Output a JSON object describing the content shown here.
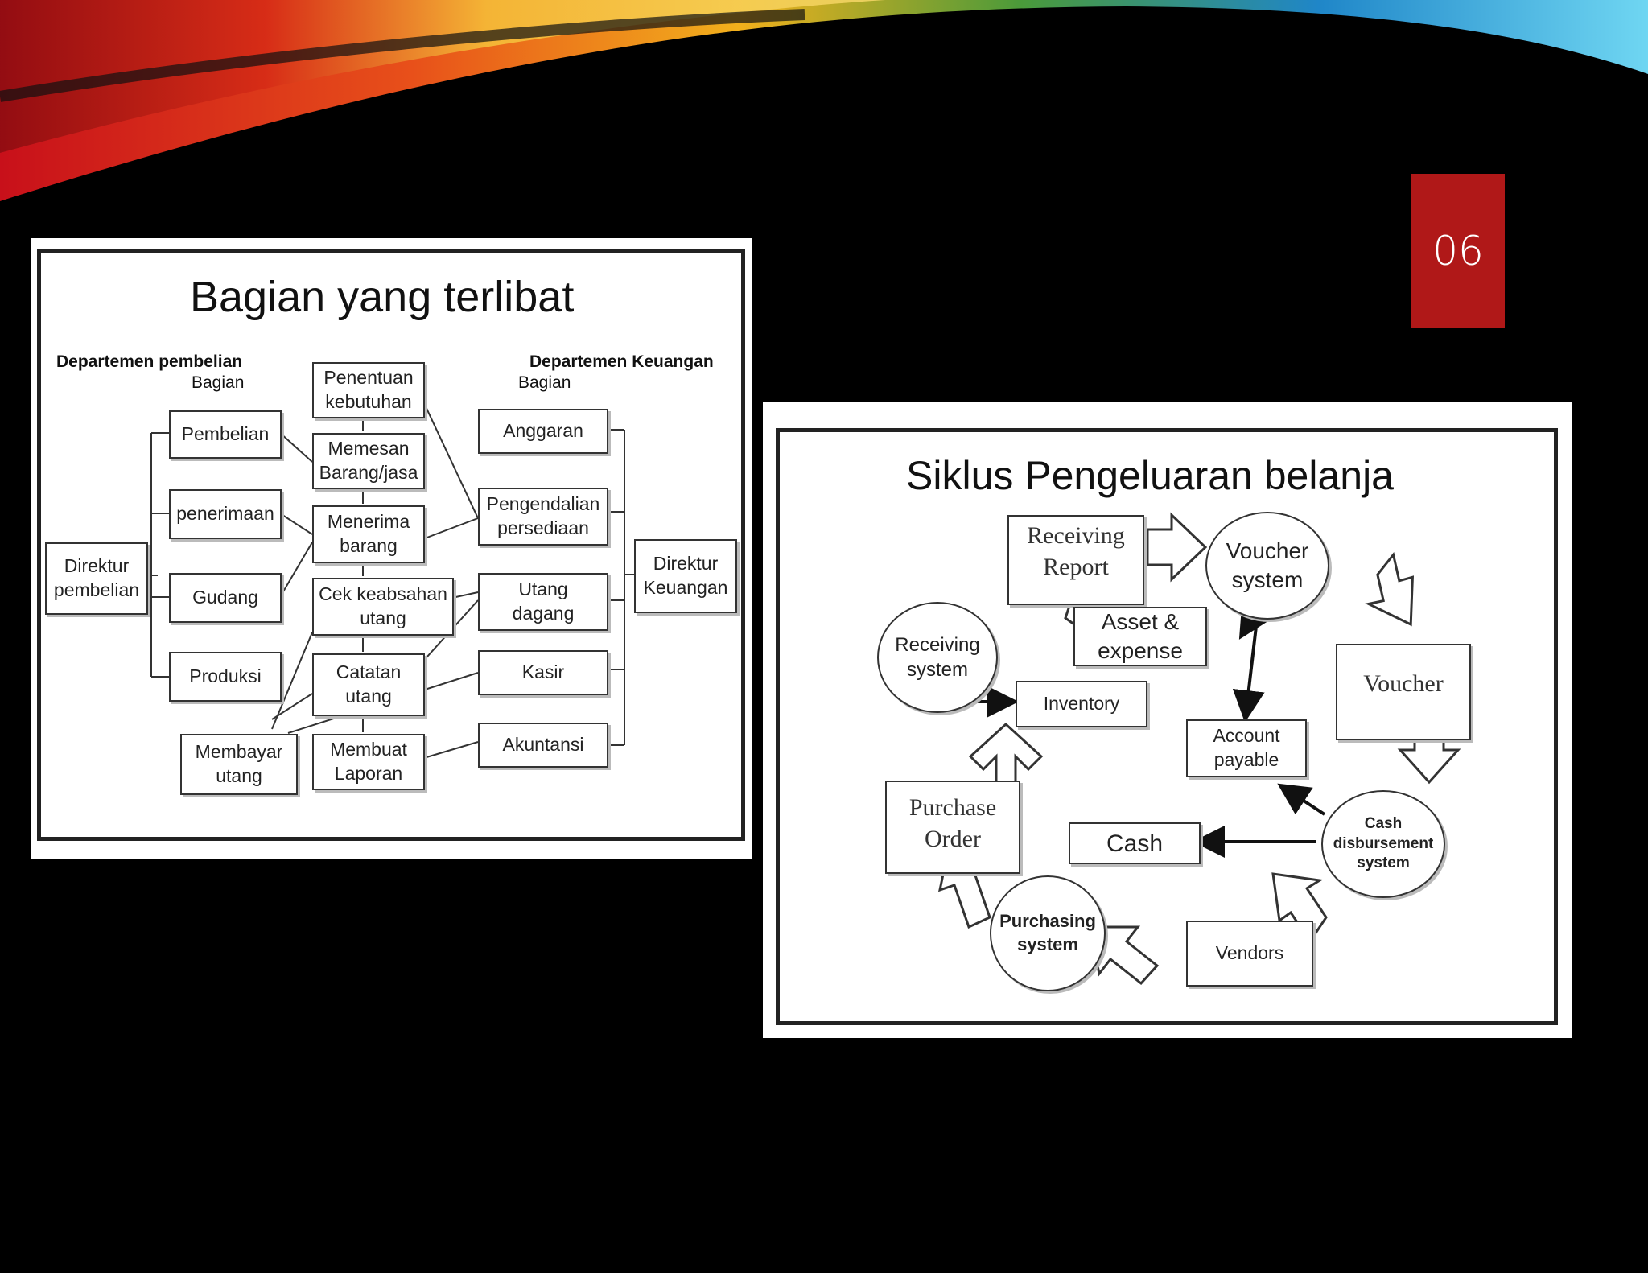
{
  "colors": {
    "badge": "#b01818",
    "background": "#000000"
  },
  "page_number": "06",
  "left_diagram": {
    "title": "Bagian yang terlibat",
    "dept_purchasing": "Departemen pembelian",
    "dept_purchasing_sub": "Bagian",
    "dept_finance": "Departemen Keuangan",
    "dept_finance_sub": "Bagian",
    "boxes": {
      "direktur_pembelian": "Direktur\npembelian",
      "pembelian": "Pembelian",
      "penerimaan": "penerimaan",
      "gudang": "Gudang",
      "produksi": "Produksi",
      "membayar_utang": "Membayar\nutang",
      "penentuan_kebutuhan": "Penentuan\nkebutuhan",
      "memesan": "Memesan\nBarang/jasa",
      "menerima_barang": "Menerima\nbarang",
      "cek_keabsahan": "Cek keabsahan\nutang",
      "catatan_utang": "Catatan\nutang",
      "membuat_laporan": "Membuat\nLaporan",
      "anggaran": "Anggaran",
      "pengendalian": "Pengendalian\npersediaan",
      "utang_dagang": "Utang\ndagang",
      "kasir": "Kasir",
      "akuntansi": "Akuntansi",
      "direktur_keuangan": "Direktur\nKeuangan"
    }
  },
  "right_diagram": {
    "title": "Siklus Pengeluaran belanja",
    "receiving_report": "Receiving\nReport",
    "voucher_system": "Voucher\nsystem",
    "asset_expense": "Asset &\nexpense",
    "receiving_system": "Receiving\nsystem",
    "inventory": "Inventory",
    "voucher": "Voucher",
    "account_payable": "Account\npayable",
    "purchase_order": "Purchase\nOrder",
    "cash": "Cash",
    "cash_disbursement": "Cash\ndisbursement\nsystem",
    "purchasing_system": "Purchasing\nsystem",
    "vendors": "Vendors"
  }
}
